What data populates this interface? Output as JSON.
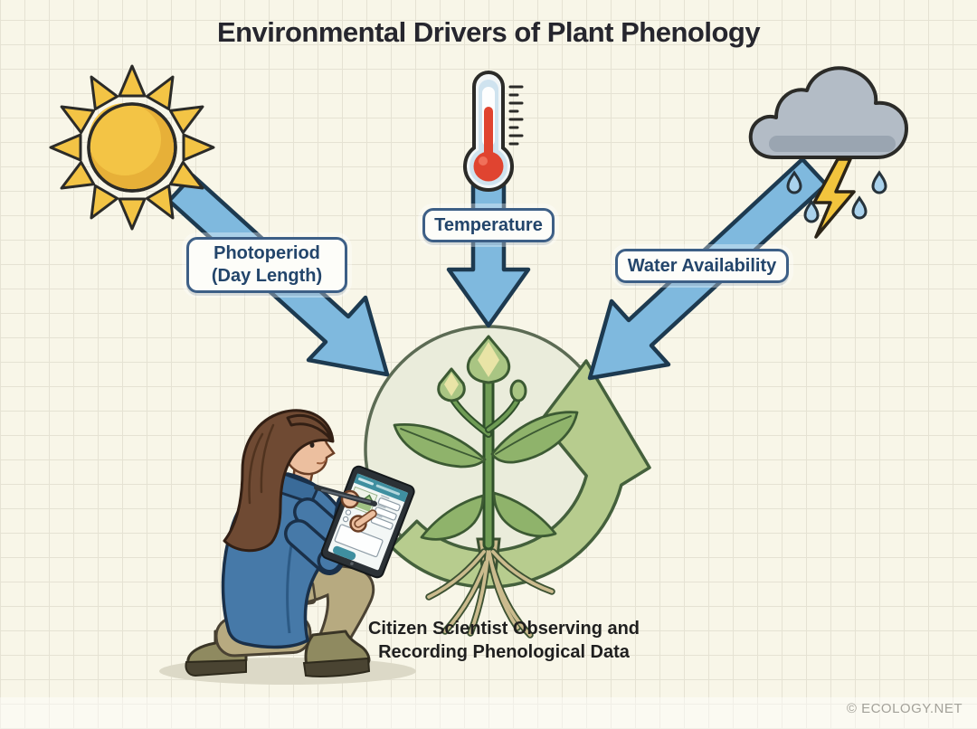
{
  "title": "Environmental Drivers of Plant Phenology",
  "drivers": [
    {
      "name": "Photoperiod (Day Length)",
      "icon": "sun-icon",
      "label_lines": [
        "Photoperiod",
        "(Day Length)"
      ]
    },
    {
      "name": "Temperature",
      "icon": "thermometer-icon",
      "label_lines": [
        "Temperature"
      ]
    },
    {
      "name": "Water Availability",
      "icon": "storm-cloud-icon",
      "label_lines": [
        "Water Availability"
      ]
    }
  ],
  "center": {
    "subject": "Flowering plant inside a phenological cycle arrow",
    "icons": [
      "plant-icon",
      "cycle-arrow-icon"
    ]
  },
  "observer": {
    "subject": "Citizen scientist kneeling and recording data on a tablet",
    "icons": [
      "citizen-scientist-figure",
      "tablet-device",
      "stylus-icon"
    ]
  },
  "caption": {
    "lines": [
      "Citizen Scientist Observing and",
      "Recording Phenological Data"
    ]
  },
  "watermark": "© ECOLOGY.NET",
  "colors": {
    "background": "#f8f6e8",
    "grid-line": "#e2dfd0",
    "title-text": "#26262e",
    "caption-text": "#1f1f1f",
    "watermark-text": "#a3a199",
    "arrow-blue": "#7fb9de",
    "arrow-outline": "#1d3a50",
    "label-border": "#3d5f86",
    "label-text": "#23456b",
    "label-bg": "#fdfdf9",
    "sun-yellow": "#f3c445",
    "sun-shade": "#e7b038",
    "cloud-gray": "#b3bcc6",
    "cloud-shade": "#9aa5b1",
    "lightning-yellow": "#f2c43d",
    "rain-blue": "#aad2ec",
    "mercury-red": "#e04430",
    "thermo-blue": "#cfe3ef",
    "circle-fill": "#eaecdb",
    "circle-stroke": "#5c6b54",
    "cycle-green": "#b7cc8e",
    "cycle-outline": "#44603c",
    "leaf-green": "#8fb36b",
    "leaf-outline": "#3c5a33",
    "bud-yellow": "#e9e4a6",
    "root-tan": "#cbbb8e",
    "jacket-blue": "#4679a8",
    "pants-khaki": "#b7aa80",
    "boots-olive": "#8f8a60",
    "hair-brown": "#6f4a33",
    "skin": "#ecbf9f",
    "tablet-frame": "#2b3136",
    "tablet-teal": "#3f8fa0",
    "shadow": "#dcd9c7",
    "ink": "#2b2b28"
  }
}
